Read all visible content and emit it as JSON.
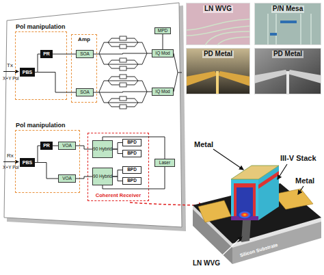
{
  "diagram": {
    "nodes": [
      {
        "text": [
          "Pol manipulation"
        ]
      },
      {
        "text": [
          "PBS"
        ],
        "in": 0
      },
      {
        "text": [
          "PR"
        ],
        "in": 0
      },
      {
        "text": [
          "Amp"
        ]
      },
      {
        "text": [
          "SOA"
        ],
        "in": 3
      },
      {
        "text": [
          "SOA"
        ],
        "in": 3
      },
      {
        "text": [
          "MPD"
        ]
      },
      {
        "text": [
          "IQ Mod"
        ]
      },
      {
        "text": [
          "IQ Mod"
        ]
      },
      {
        "text": [
          "Pol manipulation"
        ]
      },
      {
        "text": [
          "PBS"
        ],
        "in": 9
      },
      {
        "text": [
          "PR"
        ],
        "in": 9
      },
      {
        "text": [
          "VOA"
        ],
        "in": 9
      },
      {
        "text": [
          "VOA"
        ],
        "in": 9
      },
      {
        "text": [
          "Coherent Receiver"
        ]
      },
      {
        "text": [
          "90 Hybrid"
        ],
        "in": 14
      },
      {
        "text": [
          "90 Hybrid"
        ],
        "in": 14
      },
      {
        "text": [
          "BPD"
        ],
        "in": 14
      },
      {
        "text": [
          "BPD"
        ],
        "in": 14
      },
      {
        "text": [
          "BPD"
        ],
        "in": 14
      },
      {
        "text": [
          "BPD"
        ],
        "in": 14
      },
      {
        "text": [
          "Laser"
        ]
      },
      {
        "text": [
          "LN WVG"
        ]
      },
      {
        "text": [
          "P/N Mesa"
        ]
      },
      {
        "text": [
          "PD Metal"
        ]
      },
      {
        "text": [
          "PD Metal"
        ]
      }
    ],
    "edges": [
      {
        "from": 1,
        "to": 2,
        "arrow": "none"
      },
      {
        "from": 2,
        "to": 4,
        "arrow": "none"
      },
      {
        "from": 1,
        "to": 5,
        "arrow": "none"
      },
      {
        "from": 4,
        "to": 7,
        "arrow": "none"
      },
      {
        "from": 5,
        "to": 8,
        "arrow": "none"
      },
      {
        "from": 7,
        "to": 6,
        "arrow": "none"
      },
      {
        "from": 10,
        "to": 11,
        "arrow": "none"
      },
      {
        "from": 11,
        "to": 12,
        "arrow": "none"
      },
      {
        "from": 10,
        "to": 13,
        "arrow": "none"
      },
      {
        "from": 12,
        "to": 15,
        "arrow": "none"
      },
      {
        "from": 13,
        "to": 16,
        "arrow": "none"
      },
      {
        "from": 15,
        "to": 17,
        "arrow": "none"
      },
      {
        "from": 15,
        "to": 18,
        "arrow": "none"
      },
      {
        "from": 16,
        "to": 19,
        "arrow": "none"
      },
      {
        "from": 16,
        "to": 20,
        "arrow": "none"
      },
      {
        "from": 21,
        "to": 15,
        "arrow": "none"
      },
      {
        "from": 21,
        "to": 16,
        "arrow": "none"
      }
    ],
    "labels": [
      "Tx",
      "X+Y Pol",
      "Rx",
      "X+Y Pol",
      "Metal",
      "III-V Stack",
      "Metal",
      "LN WVG",
      "Silicon Substrate"
    ]
  }
}
